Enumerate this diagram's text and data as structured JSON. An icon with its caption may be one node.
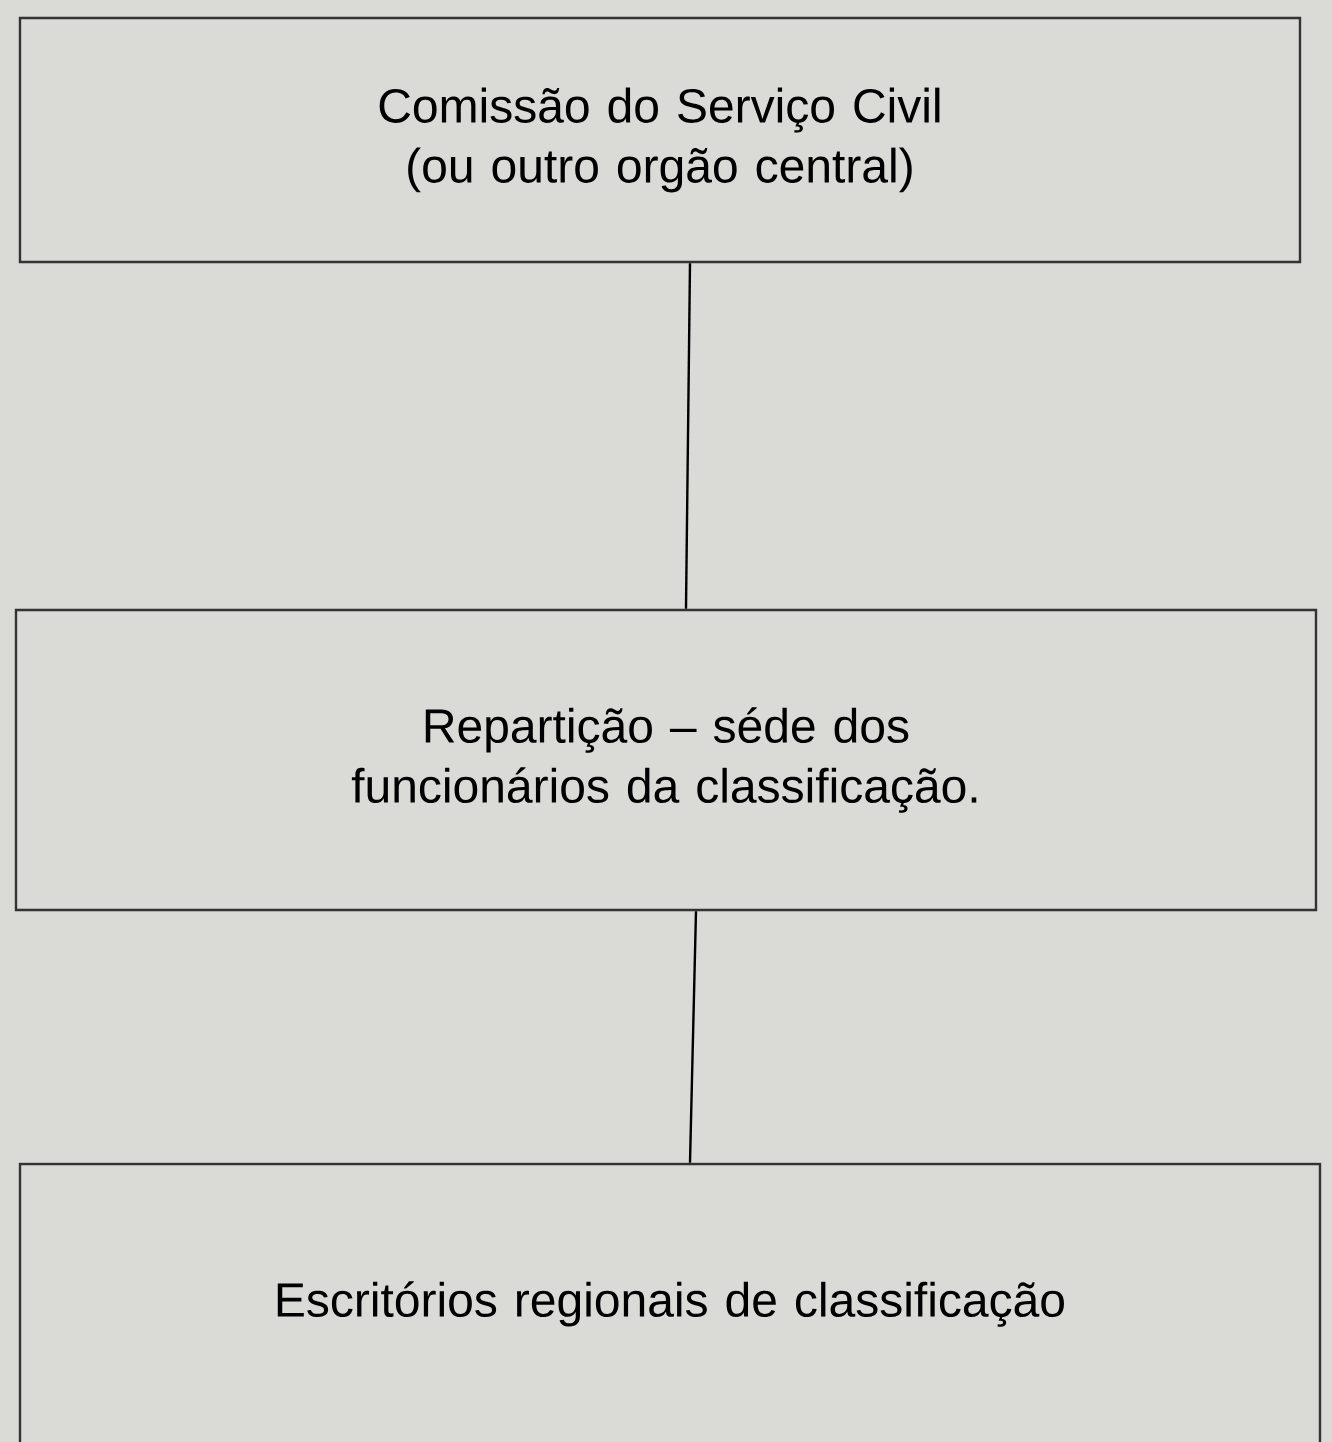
{
  "diagram": {
    "nodes": [
      {
        "text": [
          "Comissão do Serviço Civil (ou outro orgão central)"
        ]
      },
      {
        "text": [
          "Repartição – séde dos funcionários da classificação."
        ]
      },
      {
        "text": [
          "Escritórios regionais de classificação"
        ]
      }
    ],
    "edges": [
      {
        "from": 0,
        "to": 1,
        "arrow": "none"
      },
      {
        "from": 1,
        "to": 2,
        "arrow": "none"
      }
    ]
  }
}
